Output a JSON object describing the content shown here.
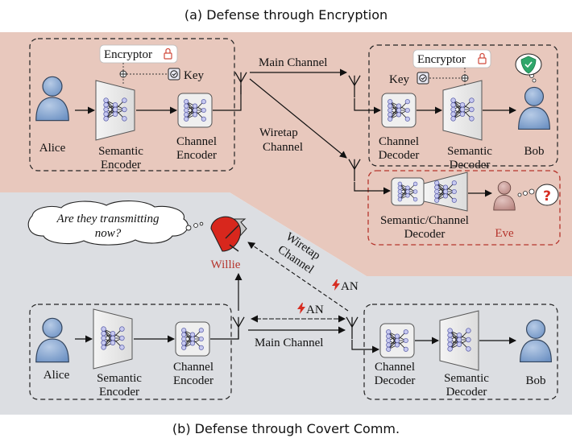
{
  "caption_top": "(a) Defense through Encryption",
  "caption_bottom": "(b) Defense through Covert Comm.",
  "top": {
    "alice": "Alice",
    "semantic_encoder": [
      "Semantic",
      "Encoder"
    ],
    "channel_encoder": [
      "Channel",
      "Encoder"
    ],
    "encryptor_left": "Encryptor",
    "key_left": "Key",
    "main_channel": "Main Channel",
    "wiretap_channel": [
      "Wiretap",
      "Channel"
    ],
    "encryptor_right": "Encryptor",
    "key_right": "Key",
    "channel_decoder": [
      "Channel",
      "Decoder"
    ],
    "semantic_decoder": [
      "Semantic",
      "Decoder"
    ],
    "bob": "Bob",
    "eve_decoder": [
      "Semantic/Channel",
      "Decoder"
    ],
    "eve": "Eve"
  },
  "bottom": {
    "thought": [
      "Are they transmitting",
      "now?"
    ],
    "willie": "Willie",
    "wiretap_channel": [
      "Wiretap",
      "Channel"
    ],
    "an_upper": "AN",
    "an_lower": "AN",
    "main_channel": "Main Channel",
    "alice": "Alice",
    "semantic_encoder": [
      "Semantic",
      "Encoder"
    ],
    "channel_encoder": [
      "Channel",
      "Encoder"
    ],
    "channel_decoder": [
      "Channel",
      "Decoder"
    ],
    "semantic_decoder": [
      "Semantic",
      "Decoder"
    ],
    "bob": "Bob"
  },
  "colors": {
    "top_panel": "#e8c8bd",
    "bottom_panel": "#dcdee2",
    "person": "#7d9fcc",
    "eve": "#c79a95",
    "accent_red": "#b5352d",
    "shield": "#2fa66a"
  }
}
